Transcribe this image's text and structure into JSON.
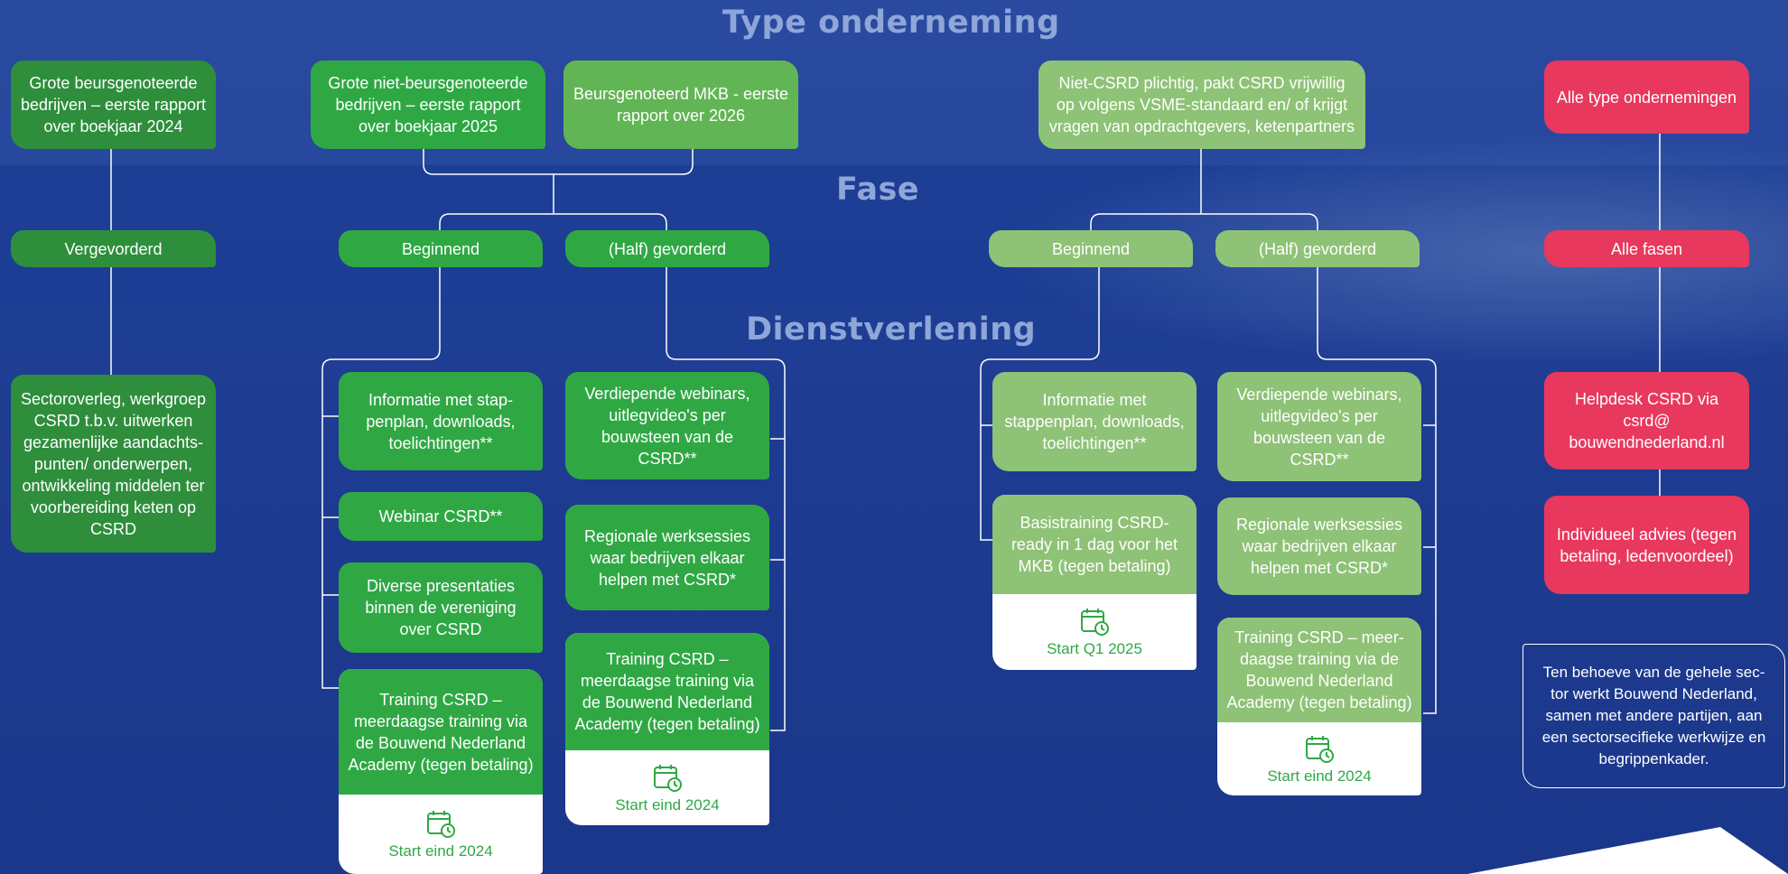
{
  "titles": {
    "type": "Type onderneming",
    "fase": "Fase",
    "dienst": "Dienstverlening"
  },
  "types": {
    "t1": "Grote beursgenoteerde bedrijven – eerste rapport over boekjaar 2024",
    "t2": "Grote niet-beursgenoteerde bedrijven – eerste rapport over boekjaar 2025",
    "t3": "Beursgenoteerd MKB - eerste rapport over 2026",
    "t4": "Niet-CSRD plichtig, pakt CSRD vrijwillig op volgens VSME-standaard en/ of krijgt vragen van opdrachtgevers, ketenpartners",
    "t5": "Alle type ondernemingen"
  },
  "fases": {
    "f1": "Vergevorderd",
    "f2": "Beginnend",
    "f3": "(Half) gevorderd",
    "f4": "Beginnend",
    "f5": "(Half) gevorderd",
    "f6": "Alle fasen"
  },
  "services": {
    "s1": "Sectoroverleg, werkgroep CSRD t.b.v. uitwerken gezamenlijke aandachts-punten/ onderwerpen, ontwikkeling middelen ter voorbereiding keten op CSRD",
    "s2": "Informatie met stap-penplan, downloads, toelichtingen**",
    "s3": "Webinar CSRD**",
    "s4": "Diverse presentaties binnen de vereniging over CSRD",
    "s5": "Training CSRD – meerdaagse training via de Bouwend Nederland Academy (tegen betaling)",
    "s5_date": "Start eind 2024",
    "s6": "Verdiepende webinars, uitlegvideo's per bouwsteen van de CSRD**",
    "s7": "Regionale werksessies waar bedrijven elkaar helpen met CSRD*",
    "s8": "Training CSRD – meerdaagse training via de Bouwend Nederland Academy (tegen betaling)",
    "s8_date": "Start eind 2024",
    "s9": "Informatie met stappenplan, downloads, toelichtingen**",
    "s10": "Basistraining CSRD-ready in 1 dag voor het MKB (tegen betaling)",
    "s10_date": "Start Q1 2025",
    "s11": "Verdiepende webinars, uitlegvideo's per bouwsteen van de CSRD**",
    "s12": "Regionale werksessies waar bedrijven elkaar helpen met CSRD*",
    "s13": "Training CSRD – meer-daagse training via de Bouwend Nederland Academy (tegen betaling)",
    "s13_date": "Start eind 2024",
    "s14": "Helpdesk CSRD via csrd@ bouwendnederland.nl",
    "s15": "Individueel advies (tegen betaling, ledenvoordeel)"
  },
  "note": "Ten behoeve van de gehele sec-tor werkt Bouwend Nederland, samen met andere partijen, aan een sectorsecifieke werkwijze en begrippenkader.",
  "icons": {
    "calendar": "calendar-clock-icon"
  },
  "colors": {
    "green_dark": "#2e8e3c",
    "green": "#2fa844",
    "green_mid": "#62b554",
    "green_light": "#8ec276",
    "pink": "#e8385d"
  }
}
